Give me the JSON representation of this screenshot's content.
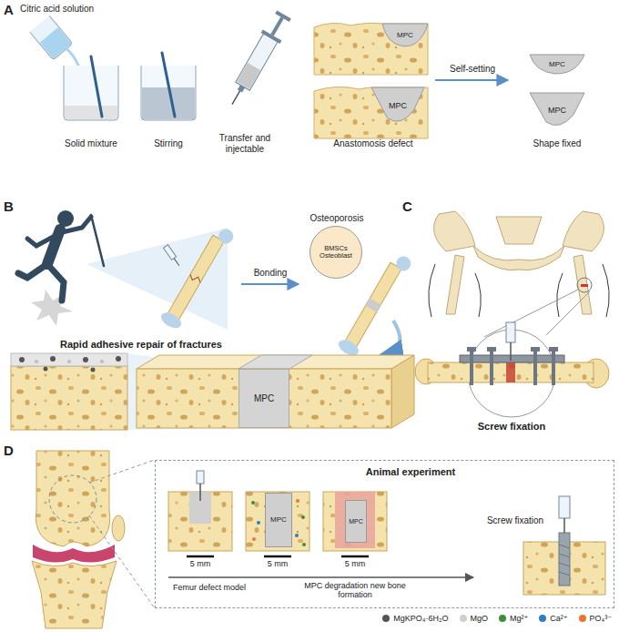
{
  "diagram": {
    "nodes": [
      {
        "text": [
          "MPC"
        ]
      },
      {
        "text": [
          "MPC"
        ]
      },
      {
        "text": [
          "MPC"
        ]
      },
      {
        "text": [
          "MPC"
        ]
      },
      {
        "text": [
          "Osteoporosis",
          "BMSCs",
          "Osteoblast"
        ]
      },
      {
        "text": [
          "MPC"
        ]
      },
      {
        "text": [
          "Animal experiment"
        ]
      },
      {
        "text": [
          "MPC"
        ],
        "in": 6
      },
      {
        "text": [
          "MPC"
        ],
        "in": 6
      }
    ],
    "labels": [
      "A",
      "Citric acid solution",
      "Solid mixture",
      "Stirring",
      "Transfer and injectable",
      "Anastomosis defect",
      "Self-setting",
      "Shape fixed",
      "B",
      "Bonding",
      "Rapid adhesive repair of fractures",
      "C",
      "Screw fixation",
      "D",
      "5 mm",
      "5 mm",
      "5 mm",
      "Femur defect model",
      "MPC degradation new bone formation",
      "Screw fixation"
    ],
    "legend": [
      {
        "text": "MgKPO₄·6H₂O",
        "color": "#555555"
      },
      {
        "text": "MgO",
        "color": "#cfcfcf"
      },
      {
        "text": "Mg²⁺",
        "color": "#3f8f3a"
      },
      {
        "text": "Ca²⁺",
        "color": "#2a7fc0"
      },
      {
        "text": "PO₄³⁻",
        "color": "#e8772e"
      }
    ]
  }
}
